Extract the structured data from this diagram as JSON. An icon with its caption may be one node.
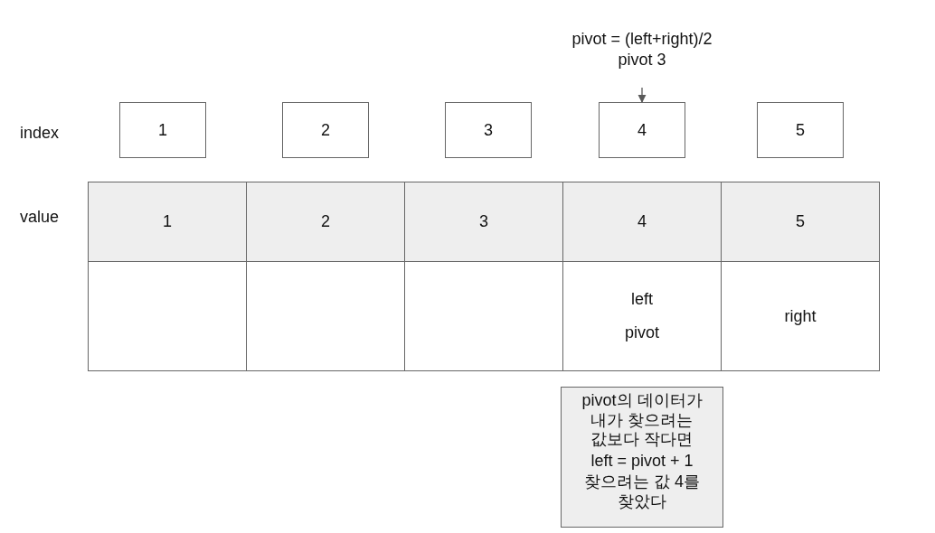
{
  "diagram": {
    "nodes": [
      {
        "text": [
          "pivot = (left+right)/2",
          "pivot 3"
        ]
      },
      {
        "text": [
          "1"
        ]
      },
      {
        "text": [
          "2"
        ]
      },
      {
        "text": [
          "3"
        ]
      },
      {
        "text": [
          "4"
        ]
      },
      {
        "text": [
          "5"
        ]
      },
      {
        "text": [
          "1"
        ]
      },
      {
        "text": [
          "2"
        ]
      },
      {
        "text": [
          "3"
        ]
      },
      {
        "text": [
          "4"
        ]
      },
      {
        "text": [
          "5"
        ]
      },
      {
        "text": [],
        "shape": "box"
      },
      {
        "text": [],
        "shape": "box"
      },
      {
        "text": [],
        "shape": "box"
      },
      {
        "text": [
          "left",
          "pivot"
        ]
      },
      {
        "text": [
          "right"
        ]
      },
      {
        "text": [
          "pivot의 데이터가 내가 찾으려는 값보다 작다면",
          "left = pivot + 1",
          "찾으려는 값 4를 찾았다"
        ]
      }
    ],
    "edges": [
      {
        "from": 0,
        "to": 4,
        "arrow": "to"
      }
    ],
    "labels": [
      "index",
      "value"
    ]
  }
}
